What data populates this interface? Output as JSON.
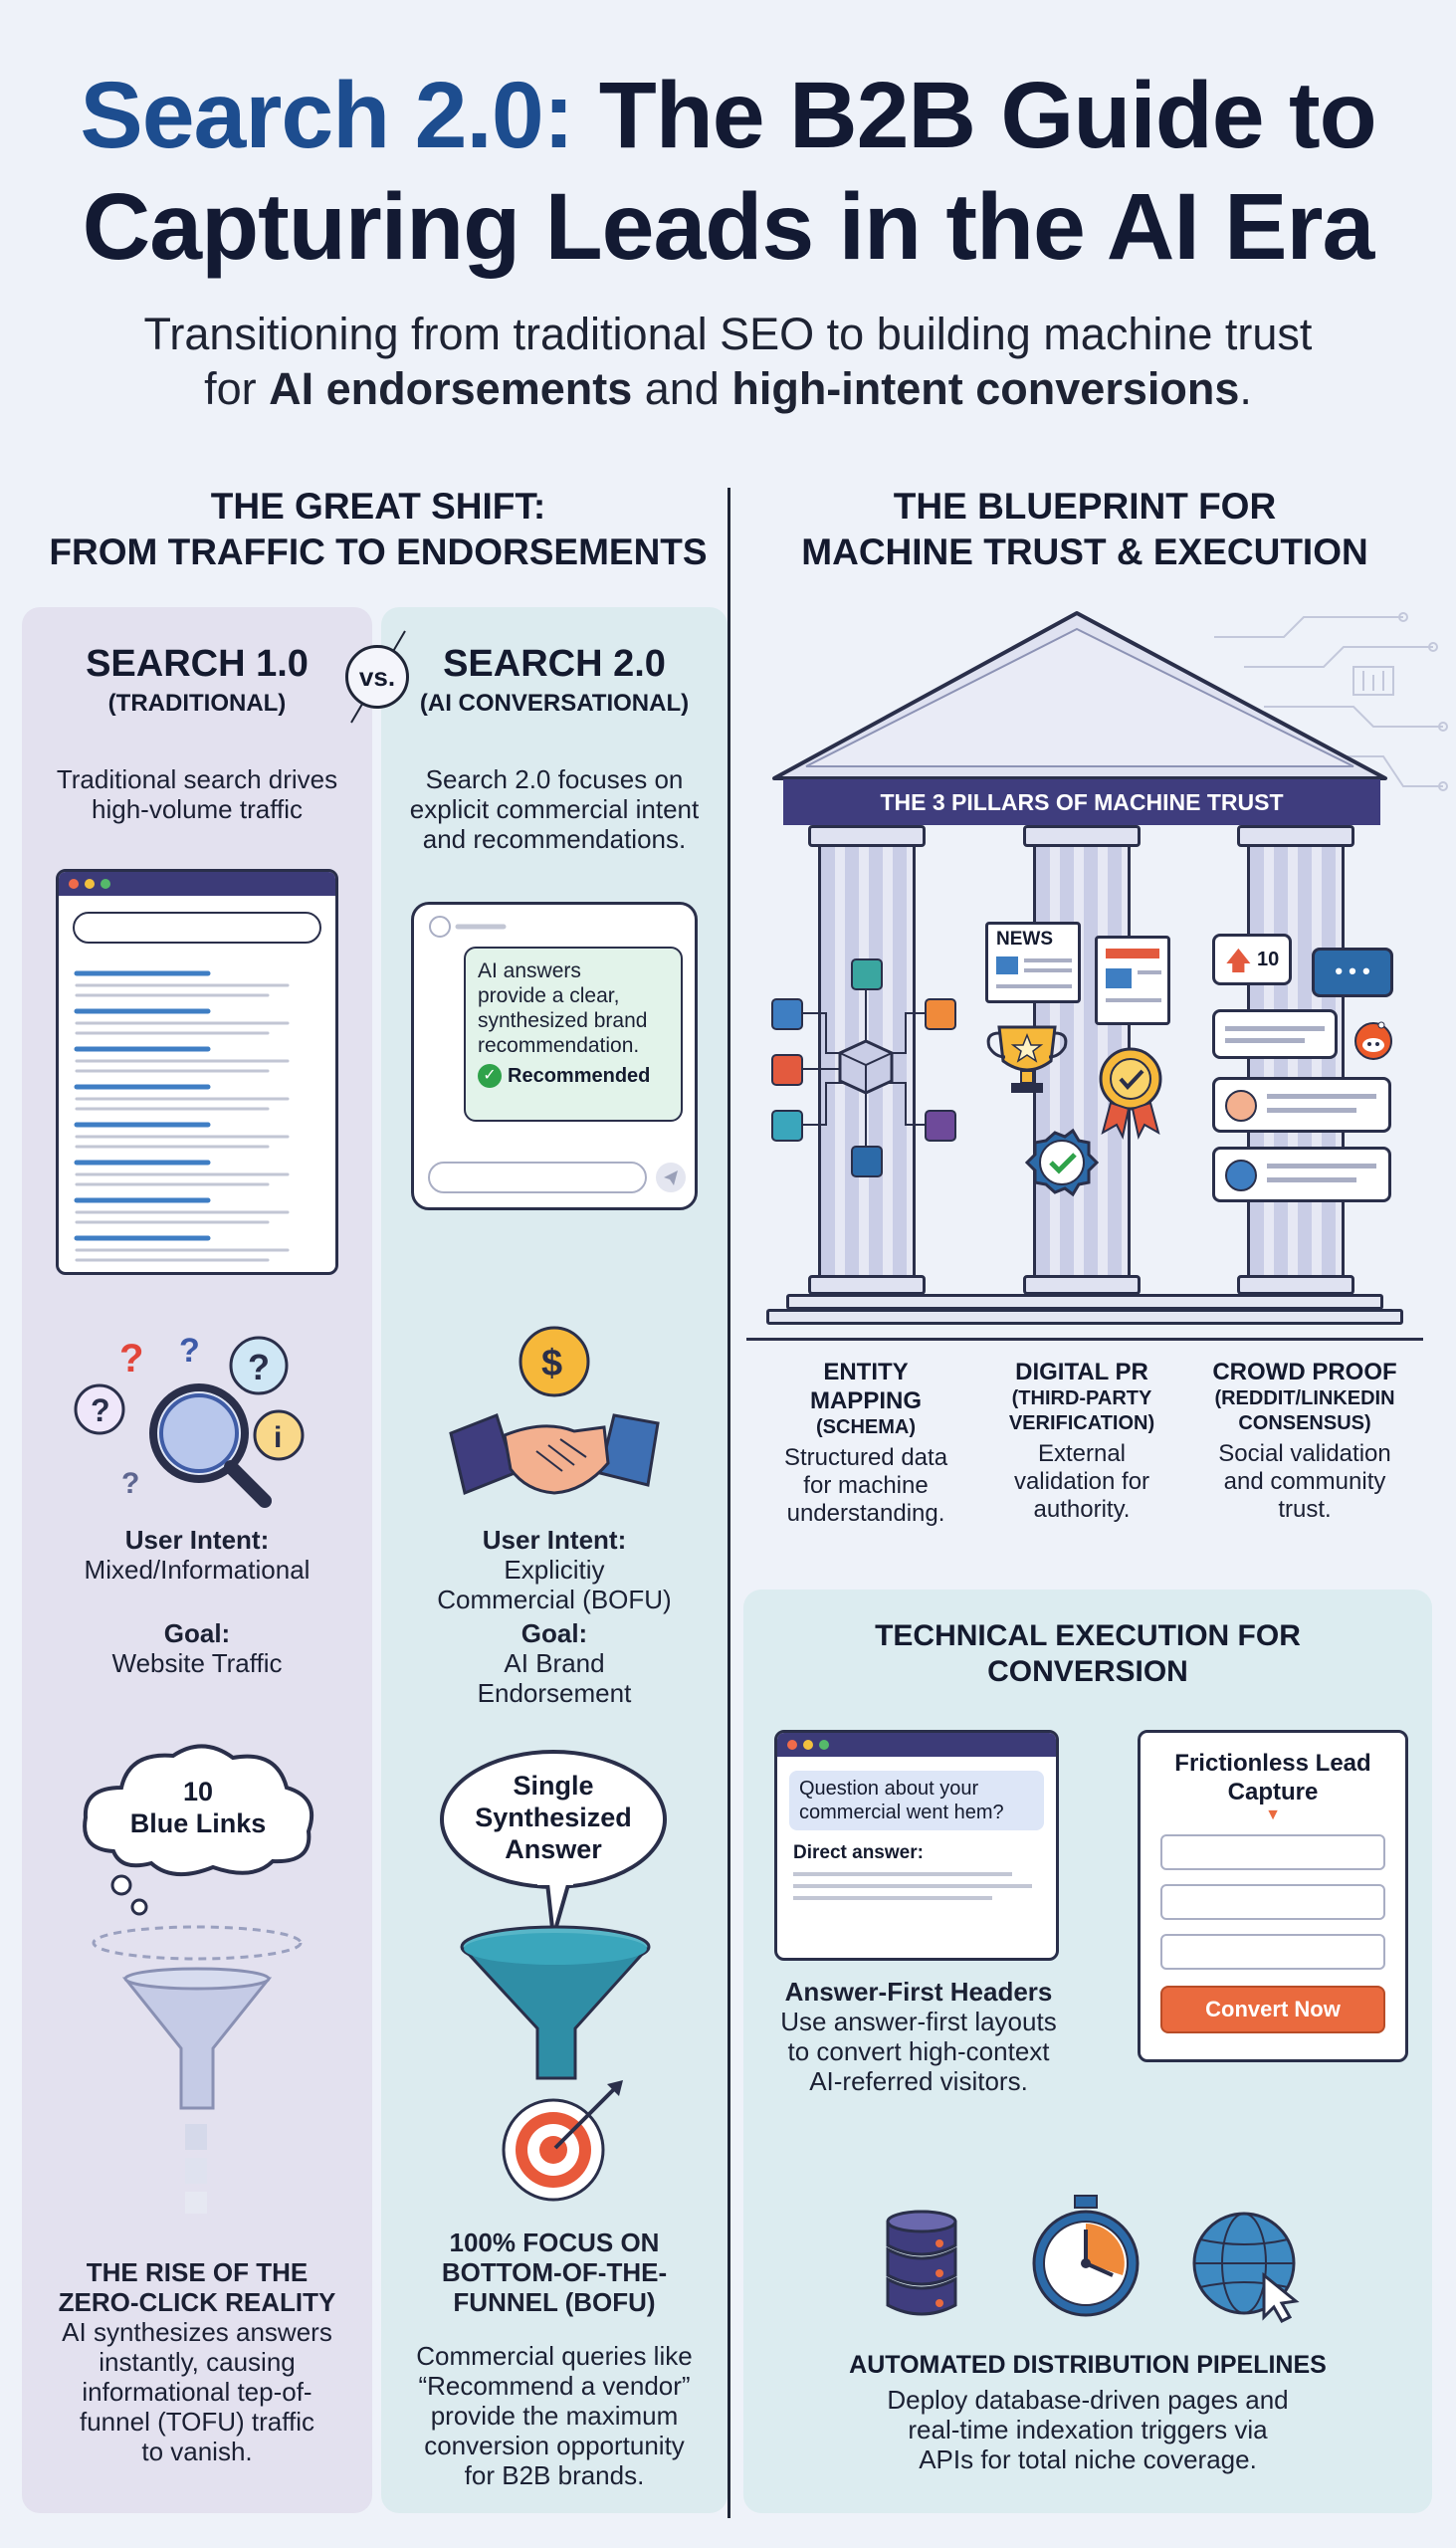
{
  "header": {
    "title_accent": "Search 2.0:",
    "title_rest_line1": " The B2B Guide to",
    "title_line2": "Capturing Leads in the AI Era",
    "subtitle_line1": "Transitioning from traditional SEO to building machine trust",
    "subtitle_for": "for ",
    "subtitle_bold1": "AI endorsements",
    "subtitle_and": " and ",
    "subtitle_bold2": "high-intent conversions",
    "subtitle_end": "."
  },
  "shift": {
    "heading_line1": "THE GREAT SHIFT:",
    "heading_line2": "FROM TRAFFIC TO ENDORSEMENTS",
    "vs": "vs.",
    "search1": {
      "title": "SEARCH 1.0",
      "subtitle": "(TRADITIONAL)",
      "desc_line1": "Traditional search drives",
      "desc_line2": "high-volume traffic",
      "intent_label": "User Intent:",
      "intent_value": "Mixed/Informational",
      "goal_label": "Goal:",
      "goal_value": "Website Traffic",
      "bubble_line1": "10",
      "bubble_line2": "Blue Links",
      "rise_line1": "THE RISE OF THE",
      "rise_line2": "ZERO-CLICK REALITY",
      "rise_desc": [
        "AI synthesizes answers",
        "instantly, causing",
        "informational tep-of-",
        "funnel (TOFU) traffic",
        "to vanish."
      ]
    },
    "search2": {
      "title": "SEARCH 2.0",
      "subtitle": "(AI CONVERSATIONAL)",
      "desc_line1": "Search 2.0 focuses on",
      "desc_line2": "explicit commercial intent",
      "desc_line3": "and recommendations.",
      "chat_answer": [
        "AI answers",
        "provide a clear,",
        "synthesized brand",
        "recommendation."
      ],
      "recommended": "Recommended",
      "intent_label": "User Intent:",
      "intent_value1": "Explicitiy",
      "intent_value2": "Commercial (BOFU)",
      "goal_label": "Goal:",
      "goal_value1": "AI Brand",
      "goal_value2": "Endorsement",
      "bubble_line1": "Single",
      "bubble_line2": "Synthesized",
      "bubble_line3": "Answer",
      "focus_line1": "100% FOCUS ON",
      "focus_line2": "BOTTOM-OF-THE-",
      "focus_line3": "FUNNEL (BOFU)",
      "focus_desc": [
        "Commercial queries like",
        "“Recommend a vendor”",
        "provide the maximum",
        "conversion opportunity",
        "for B2B brands."
      ]
    }
  },
  "blueprint": {
    "heading_line1": "THE BLUEPRINT FOR",
    "heading_line2": "MACHINE TRUST & EXECUTION",
    "banner": "THE 3 PILLARS OF MACHINE TRUST",
    "news_label": "NEWS",
    "upvote_count": "10",
    "chat_dots": "• • •",
    "pillars": [
      {
        "title1": "ENTITY",
        "title2": "MAPPING",
        "sub1": "(SCHEMA)",
        "sub2": "",
        "desc": [
          "Structured data",
          "for machine",
          "understanding."
        ]
      },
      {
        "title1": "DIGITAL PR",
        "title2": "",
        "sub1": "(THIRD-PARTY",
        "sub2": "VERIFICATION)",
        "desc": [
          "External",
          "validation for",
          "authority."
        ]
      },
      {
        "title1": "CROWD PROOF",
        "title2": "",
        "sub1": "(REDDIT/LINKEDIN",
        "sub2": "CONSENSUS)",
        "desc": [
          "Social validation",
          "and community",
          "trust."
        ]
      }
    ]
  },
  "technical": {
    "heading_line1": "TECHNICAL EXECUTION FOR",
    "heading_line2": "CONVERSION",
    "question_line1": "Question about your",
    "question_line2": "commercial went hem?",
    "direct_answer": "Direct answer:",
    "headers_title": "Answer-First Headers",
    "headers_desc": [
      "Use answer-first layouts",
      "to convert high-context",
      "AI-referred visitors."
    ],
    "lead_title_line1": "Frictionless Lead",
    "lead_title_line2": "Capture",
    "convert_button": "Convert Now",
    "pipelines_title": "AUTOMATED DISTRIBUTION PIPELINES",
    "pipelines_desc": [
      "Deploy database-driven pages and",
      "real-time indexation triggers via",
      "APIs for total niche coverage."
    ]
  },
  "colors": {
    "accent_blue": "#1d4d8f",
    "dark_navy": "#3f3d7e",
    "orange": "#ea6a3e",
    "teal": "#3a9fb3",
    "green": "#2fa24a"
  }
}
